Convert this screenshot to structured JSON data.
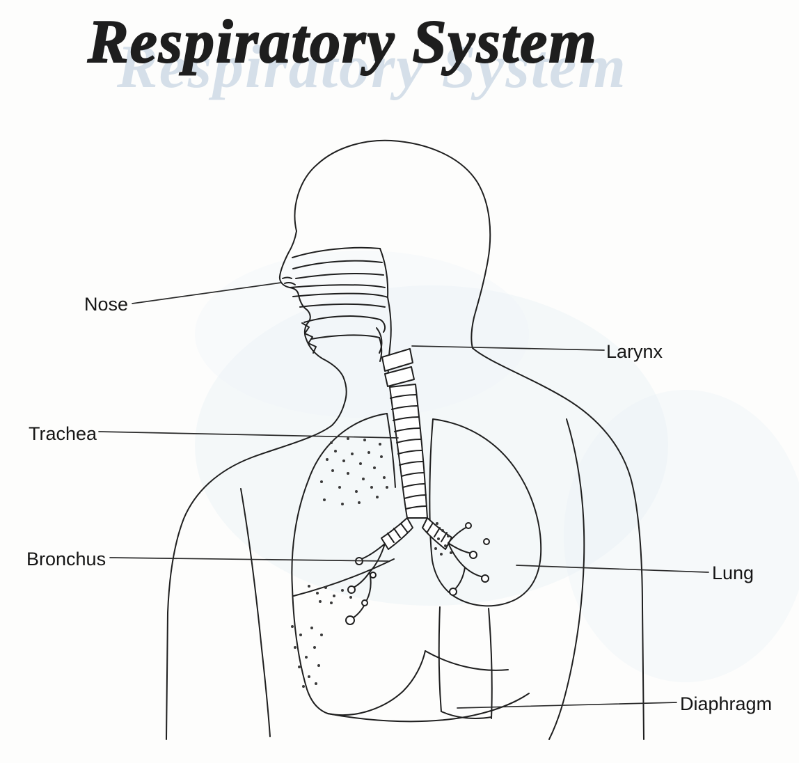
{
  "page": {
    "title": "Respiratory System",
    "background": "#fdfdfc"
  },
  "diagram": {
    "ink_color": "#1f1f1f",
    "tint_color": "#e9f1f7",
    "labels": {
      "nose": {
        "text": "Nose"
      },
      "larynx": {
        "text": "Larynx"
      },
      "trachea": {
        "text": "Trachea"
      },
      "bronchus": {
        "text": "Bronchus"
      },
      "lung": {
        "text": "Lung"
      },
      "diaphragm": {
        "text": "Diaphragm"
      }
    }
  }
}
